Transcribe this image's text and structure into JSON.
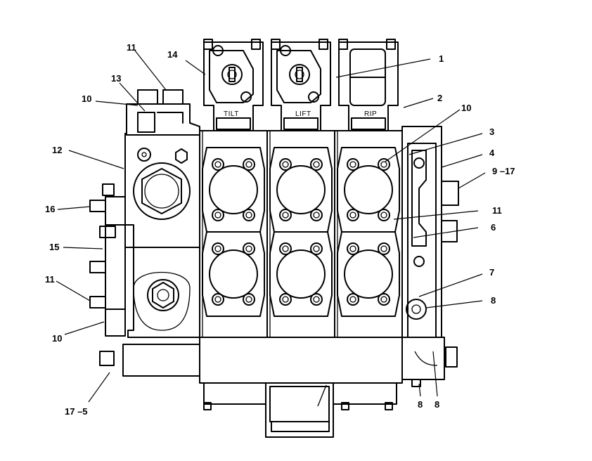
{
  "section_labels": {
    "tilt": "TILT",
    "lift": "LIFT",
    "rip": "RIP"
  },
  "callouts": {
    "c1": "1",
    "c2": "2",
    "c3": "3",
    "c4": "4",
    "c6": "6",
    "c7": "7",
    "c8a": "8",
    "c8b": "8",
    "c8c": "8",
    "c9_17": "9 –17",
    "c10a": "10",
    "c10b": "10",
    "c10c": "10",
    "c11a": "11",
    "c11b": "11",
    "c11c": "11",
    "c12": "12",
    "c13": "13",
    "c14": "14",
    "c15": "15",
    "c16": "16",
    "c17_5": "17 –5"
  }
}
